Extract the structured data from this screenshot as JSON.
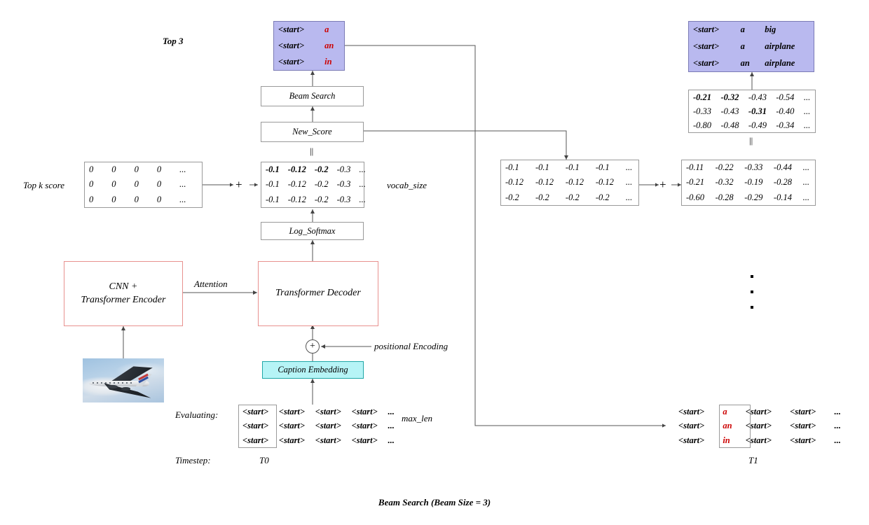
{
  "figure": {
    "caption": "Beam Search (Beam Size = 3)",
    "colors": {
      "beam_box_fill": "#b9b9ef",
      "beam_box_border": "#7b7bb5",
      "model_box_border": "#e8918f",
      "embedding_fill": "#b6f4f6",
      "embedding_border": "#1fa7a7",
      "highlight_text": "#cc0000",
      "line": "#555555",
      "matrix_border": "#9a9a9a"
    }
  },
  "labels": {
    "top3": "Top 3",
    "topk_score": "Top k score",
    "vocab_size": "vocab_size",
    "attention": "Attention",
    "positional_encoding": "positional Encoding",
    "max_len": "max_len",
    "evaluating": "Evaluating:",
    "timestep": "Timestep:",
    "t0": "T0",
    "t1": "T1",
    "equals_1": "||",
    "equals_2": "||",
    "plus_1": "+",
    "plus_2": "+",
    "plus_circle": "+",
    "ellipsis": "..."
  },
  "blocks": {
    "beam_search": "Beam Search",
    "new_score": "New_Score",
    "log_softmax": "Log_Softmax",
    "encoder_line1": "CNN +",
    "encoder_line2": "Transformer Encoder",
    "decoder": "Transformer Decoder",
    "caption_embedding": "Caption Embedding"
  },
  "top3_beams_t0": {
    "rows": [
      [
        "<start>",
        "a"
      ],
      [
        "<start>",
        "an"
      ],
      [
        "<start>",
        "in"
      ]
    ],
    "highlight_col": 1
  },
  "top3_beams_t1": {
    "rows": [
      [
        "<start>",
        "a",
        "big"
      ],
      [
        "<start>",
        "a",
        "airplane"
      ],
      [
        "<start>",
        "an",
        "airplane"
      ]
    ],
    "highlight_col": -1
  },
  "matrices": {
    "topk_score_t0": {
      "rows": [
        [
          "0",
          "0",
          "0",
          "0",
          "..."
        ],
        [
          "0",
          "0",
          "0",
          "0",
          "..."
        ],
        [
          "0",
          "0",
          "0",
          "0",
          "..."
        ]
      ],
      "red_cells": []
    },
    "new_score_t0": {
      "rows": [
        [
          "-0.1",
          "-0.12",
          "-0.2",
          "-0.3",
          "..."
        ],
        [
          "-0.1",
          "-0.12",
          "-0.2",
          "-0.3",
          "..."
        ],
        [
          "-0.1",
          "-0.12",
          "-0.2",
          "-0.3",
          "..."
        ]
      ],
      "red_cells": [
        [
          0,
          0
        ],
        [
          0,
          1
        ],
        [
          0,
          2
        ]
      ]
    },
    "topk_score_t1": {
      "rows": [
        [
          "-0.1",
          "-0.1",
          "-0.1",
          "-0.1",
          "..."
        ],
        [
          "-0.12",
          "-0.12",
          "-0.12",
          "-0.12",
          "..."
        ],
        [
          "-0.2",
          "-0.2",
          "-0.2",
          "-0.2",
          "..."
        ]
      ],
      "red_cells": []
    },
    "log_softmax_t1": {
      "rows": [
        [
          "-0.11",
          "-0.22",
          "-0.33",
          "-0.44",
          "..."
        ],
        [
          "-0.21",
          "-0.32",
          "-0.19",
          "-0.28",
          "..."
        ],
        [
          "-0.60",
          "-0.28",
          "-0.29",
          "-0.14",
          "..."
        ]
      ],
      "red_cells": []
    },
    "new_score_t1": {
      "rows": [
        [
          "-0.21",
          "-0.32",
          "-0.43",
          "-0.54",
          "..."
        ],
        [
          "-0.33",
          "-0.43",
          "-0.31",
          "-0.40",
          "..."
        ],
        [
          "-0.80",
          "-0.48",
          "-0.49",
          "-0.34",
          "..."
        ]
      ],
      "red_cells": [
        [
          0,
          0
        ],
        [
          0,
          1
        ],
        [
          1,
          2
        ]
      ]
    }
  },
  "sequences": {
    "t0": {
      "rows": [
        [
          "<start>",
          "<start>",
          "<start>",
          "<start>",
          "..."
        ],
        [
          "<start>",
          "<start>",
          "<start>",
          "<start>",
          "..."
        ],
        [
          "<start>",
          "<start>",
          "<start>",
          "<start>",
          "..."
        ]
      ],
      "red_cells": []
    },
    "t1": {
      "rows": [
        [
          "<start>",
          "a",
          "<start>",
          "<start>",
          "..."
        ],
        [
          "<start>",
          "an",
          "<start>",
          "<start>",
          "..."
        ],
        [
          "<start>",
          "in",
          "<start>",
          "<start>",
          "..."
        ]
      ],
      "red_cells": [
        [
          0,
          1
        ],
        [
          1,
          1
        ],
        [
          2,
          1
        ]
      ]
    }
  },
  "image_alt": "airplane-photo"
}
